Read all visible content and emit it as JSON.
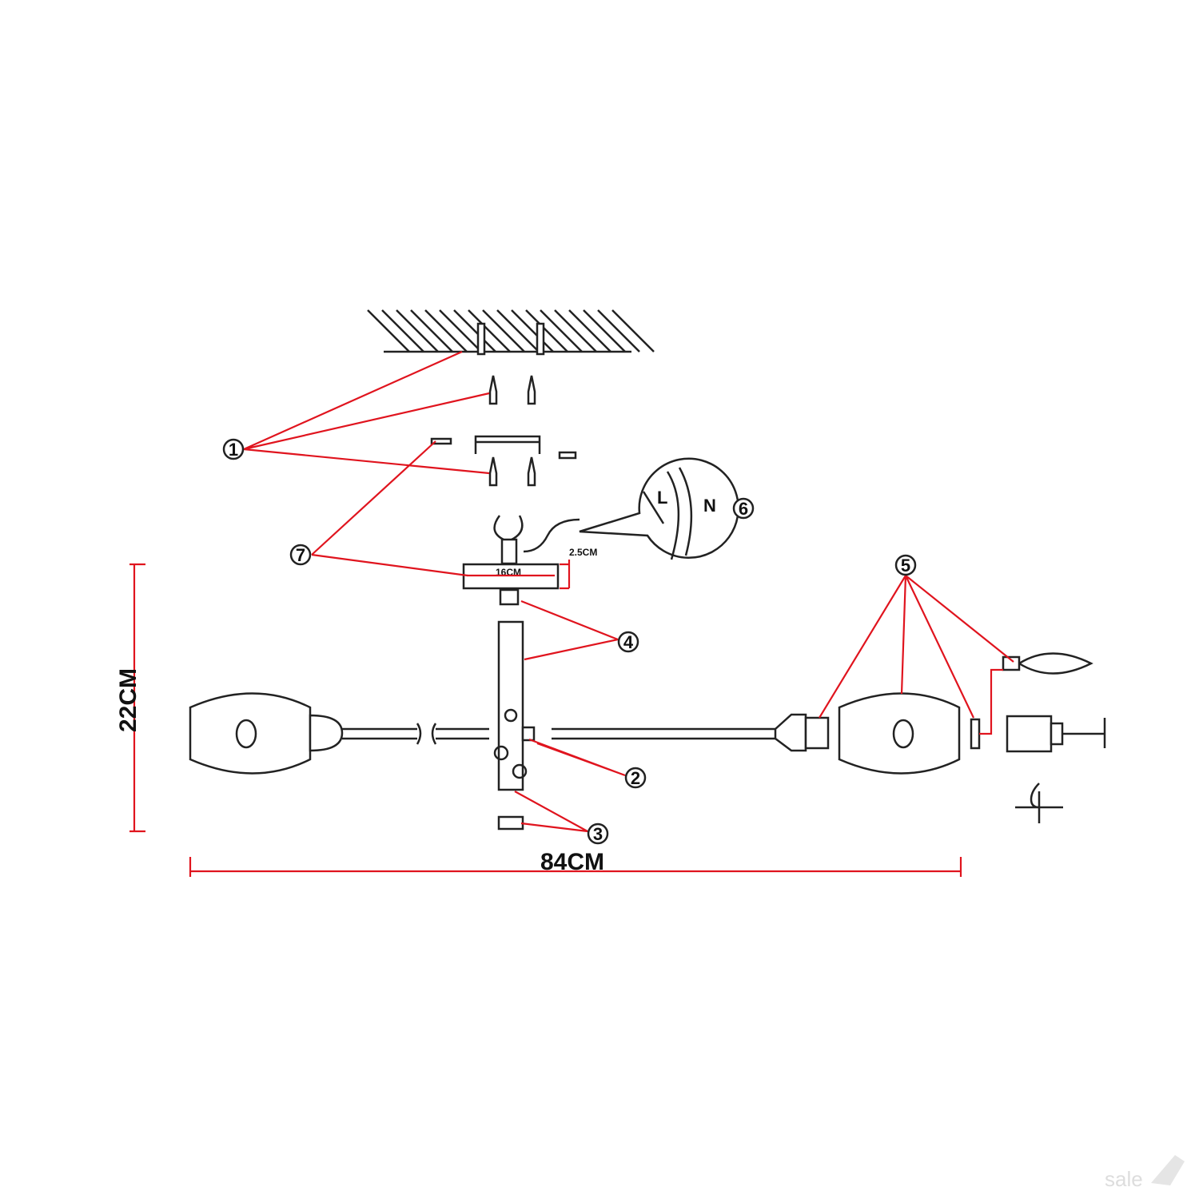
{
  "dimensions": {
    "height": "22CM",
    "width": "84CM",
    "plate_width": "16CM",
    "plate_height": "2.5CM"
  },
  "callouts": [
    "1",
    "2",
    "3",
    "4",
    "5",
    "6",
    "7"
  ],
  "wiring": {
    "live": "L",
    "neutral": "N"
  },
  "watermark": "sale",
  "colors": {
    "leader": "#e0141e",
    "line": "#222222"
  }
}
